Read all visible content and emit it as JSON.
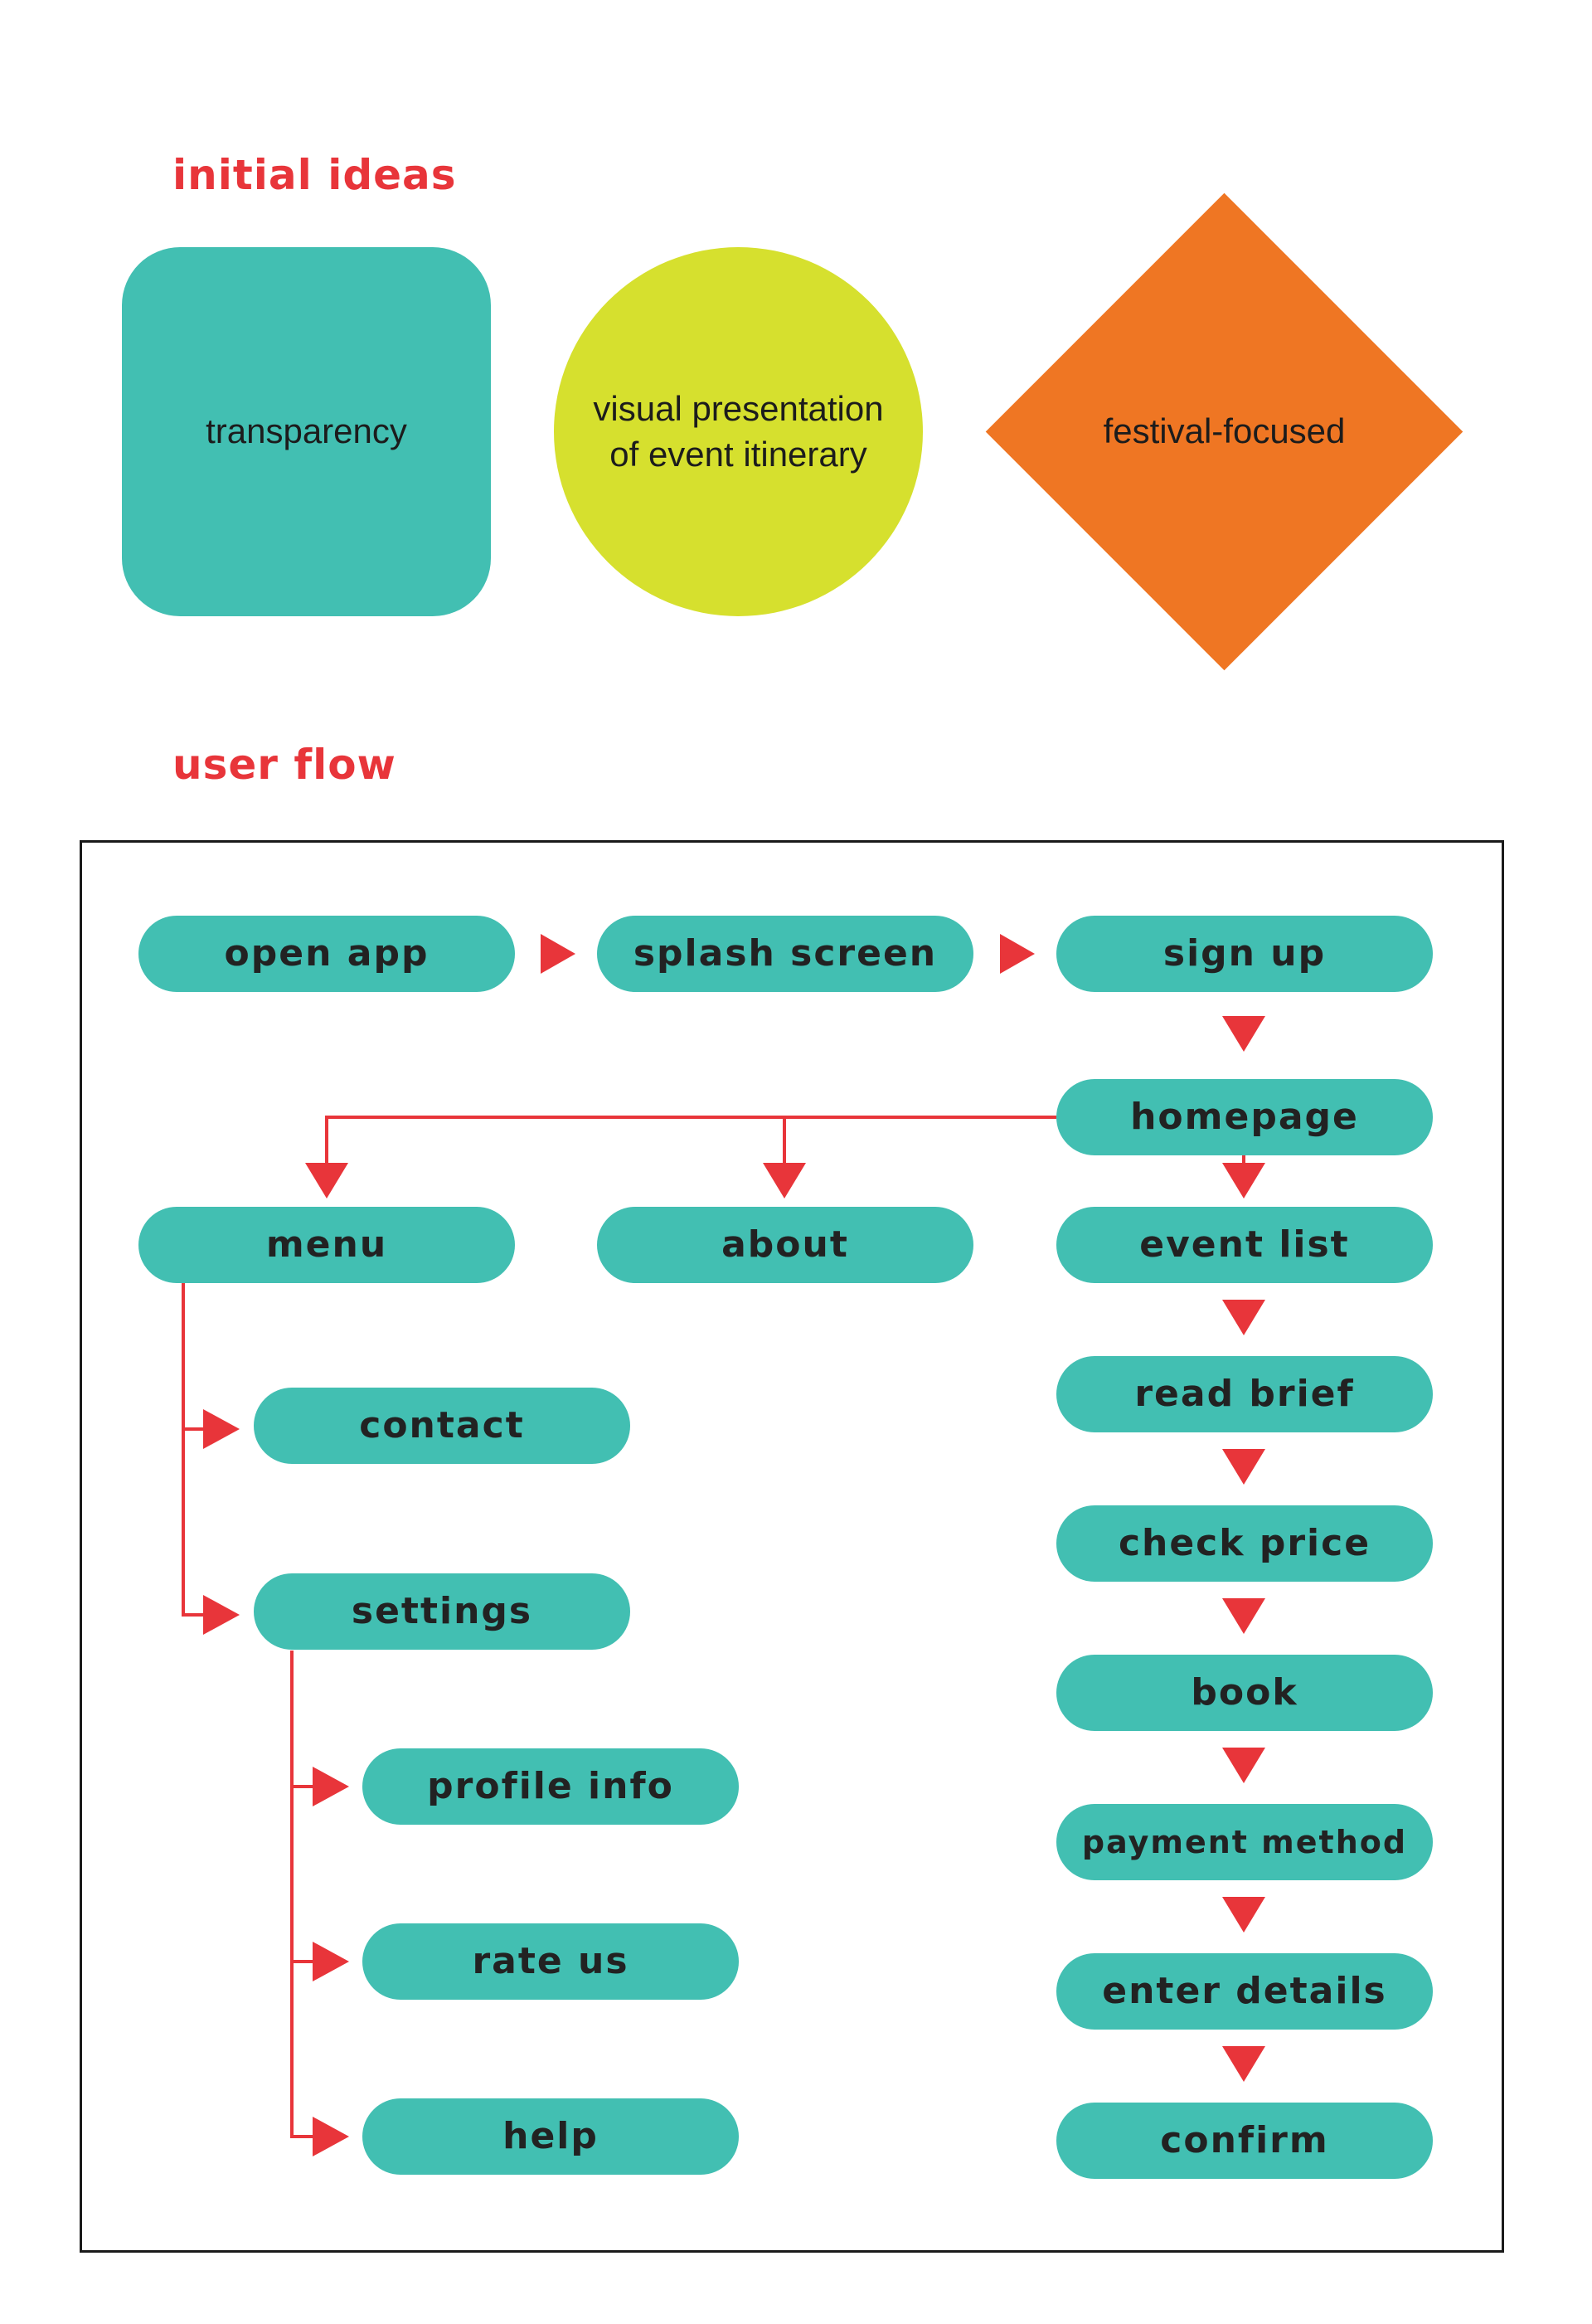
{
  "sections": {
    "initial_ideas_title": "initial ideas",
    "user_flow_title": "user flow"
  },
  "ideas": {
    "square_label": "transparency",
    "circle_label": "visual presentation\nof event itinerary",
    "diamond_label": "festival-focused"
  },
  "flow": {
    "open_app": "open app",
    "splash_screen": "splash screen",
    "sign_up": "sign up",
    "homepage": "homepage",
    "menu": "menu",
    "about": "about",
    "event_list": "event list",
    "contact": "contact",
    "settings": "settings",
    "read_brief": "read brief",
    "check_price": "check price",
    "profile_info": "profile info",
    "book": "book",
    "payment_method": "payment method",
    "rate_us": "rate us",
    "enter_details": "enter details",
    "help": "help",
    "confirm": "confirm"
  },
  "colors": {
    "accent_red": "#e8353a",
    "node_teal": "#42bfb2",
    "circle_lime": "#d6e02e",
    "diamond_orange": "#ef7623",
    "text_dark": "#222222"
  }
}
